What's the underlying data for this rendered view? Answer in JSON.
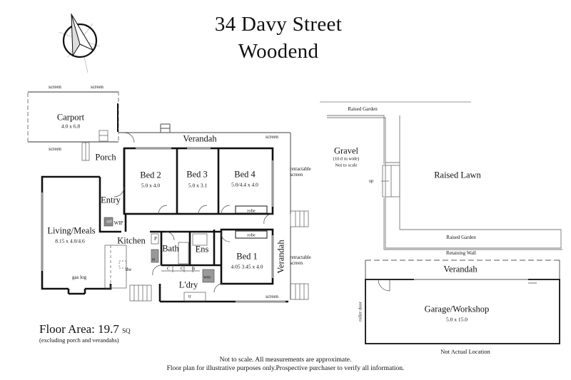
{
  "header": {
    "title_line1": "34 Davy Street",
    "title_line2": "Woodend",
    "compass_icon": "north-arrow-compass"
  },
  "floor_plan": {
    "rooms": [
      {
        "id": "carport",
        "name": "Carport",
        "dimensions": "4.0 x 6.8"
      },
      {
        "id": "porch",
        "name": "Porch"
      },
      {
        "id": "entry",
        "name": "Entry"
      },
      {
        "id": "bed2",
        "name": "Bed 2",
        "dimensions": "5.0 x 4.0"
      },
      {
        "id": "bed3",
        "name": "Bed 3",
        "dimensions": "5.0 x 3.1"
      },
      {
        "id": "bed4",
        "name": "Bed 4",
        "dimensions": "5.0/4.4 x 4.0"
      },
      {
        "id": "living",
        "name": "Living/Meals",
        "dimensions": "8.15 x 4.0/4.6"
      },
      {
        "id": "kitchen",
        "name": "Kitchen"
      },
      {
        "id": "bath",
        "name": "Bath"
      },
      {
        "id": "ens",
        "name": "Ens"
      },
      {
        "id": "bed1",
        "name": "Bed 1",
        "dimensions": "4.05 3.45 x 4.0"
      },
      {
        "id": "laundry",
        "name": "L'dry"
      }
    ],
    "verandah_top": "Verandah",
    "verandah_side": "Verandah",
    "fixtures": {
      "screen": "screen",
      "retractable_screen_1": "retractable",
      "retractable_screen_2": "screen",
      "robe": "robe",
      "wip": "WIP",
      "ref": "ref",
      "pantry": "P",
      "st": "st",
      "dw": "dw",
      "cupboard_c": "C",
      "cupboard_b": "B",
      "wm": "wm",
      "tr": "tr",
      "gas_log": "gas log"
    }
  },
  "site_plan": {
    "raised_garden_top": "Raised Garden",
    "gravel": "Gravel",
    "gravel_width": "(10.0 m wide)",
    "gravel_note": "Not to scale",
    "up": "up",
    "raised_lawn": "Raised Lawn",
    "raised_garden_bottom": "Raised Garden",
    "retaining_wall": "Retaining Wall"
  },
  "garage": {
    "verandah": "Verandah",
    "name": "Garage/Workshop",
    "dimensions": "5.0 x 15.0",
    "roller_door": "roller door",
    "location_note": "Not Actual Location"
  },
  "footer": {
    "floor_area_label": "Floor Area: 19.7",
    "floor_area_unit": "SQ",
    "floor_area_note": "(excluding porch and verandahs)",
    "disclaimer_1": "Not to scale. All measurements are approximate.",
    "disclaimer_2": "Floor plan for illustrative purposes only.Prospective purchaser to verify all information."
  }
}
